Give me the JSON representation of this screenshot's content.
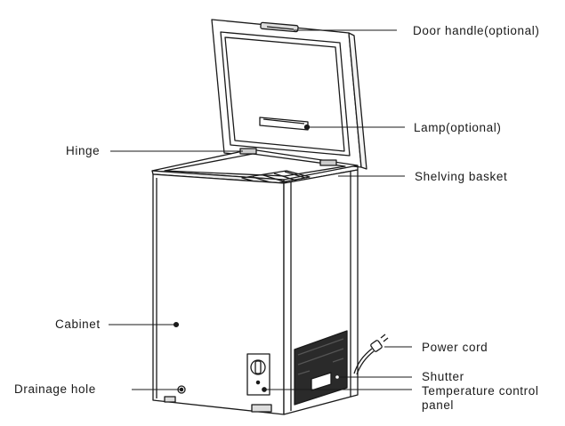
{
  "labels": {
    "door_handle": "Door handle(optional)",
    "lamp": "Lamp(optional)",
    "hinge": "Hinge",
    "shelving_basket": "Shelving basket",
    "cabinet": "Cabinet",
    "power_cord": "Power cord",
    "shutter": "Shutter",
    "drainage_hole": "Drainage hole",
    "temperature_control_panel_line1": "Temperature control",
    "temperature_control_panel_line2": "panel"
  },
  "colors": {
    "line": "#1a1a1a",
    "body": "#ffffff",
    "grille": "#2a2a2a"
  }
}
